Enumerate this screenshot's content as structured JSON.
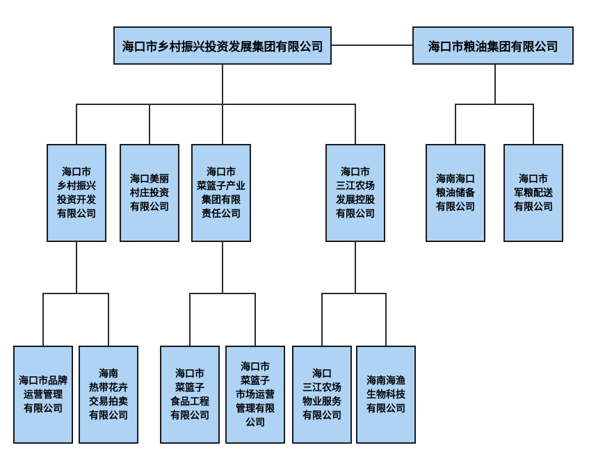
{
  "colors": {
    "box_fill": "#aed3f5",
    "box_border": "#1a1a1a",
    "connector": "#2b2b2b",
    "background": "#ffffff",
    "text": "#000000"
  },
  "chart": {
    "type": "org-chart",
    "roots": [
      {
        "name": "海口市乡村振兴投资发展集团有限公司",
        "children": [
          {
            "name": "海口市乡村振兴投资开发有限公司",
            "display": "海口市\n乡村振兴\n投资开发\n有限公司",
            "children": [
              {
                "name": "海口市品牌运营管理有限公司",
                "display": "海口市品牌\n运营管理\n有限公司"
              },
              {
                "name": "海南热带花卉交易拍卖有限公司",
                "display": "海南\n热带花卉\n交易拍卖\n有限公司"
              }
            ]
          },
          {
            "name": "海口美丽村庄投资有限公司",
            "display": "海口美丽\n村庄投资\n有限公司",
            "children": []
          },
          {
            "name": "海口市菜篮子产业集团有限责任公司",
            "display": "海口市\n菜篮子产业\n集团有限\n责任公司",
            "children": [
              {
                "name": "海口市菜篮子食品工程有限公司",
                "display": "海口市\n菜篮子\n食品工程\n有限公司"
              },
              {
                "name": "海口市菜篮子市场运营管理有限公司",
                "display": "海口市\n菜篮子\n市场运营\n管理有限\n公司"
              }
            ]
          },
          {
            "name": "海口市三江农场发展控股有限公司",
            "display": "海口市\n三江农场\n发展控股\n有限公司",
            "children": [
              {
                "name": "海口三江农场物业服务有限公司",
                "display": "海口\n三江农场\n物业服务\n有限公司"
              },
              {
                "name": "海南海渔生物科技有限公司",
                "display": "海南海渔\n生物科技\n有限公司"
              }
            ]
          }
        ]
      },
      {
        "name": "海口市粮油集团有限公司",
        "children": [
          {
            "name": "海南海口粮油储备有限公司",
            "display": "海南海口\n粮油储备\n有限公司",
            "children": []
          },
          {
            "name": "海口市军粮配送有限公司",
            "display": "海口市\n军粮配送\n有限公司",
            "children": []
          }
        ]
      }
    ]
  }
}
